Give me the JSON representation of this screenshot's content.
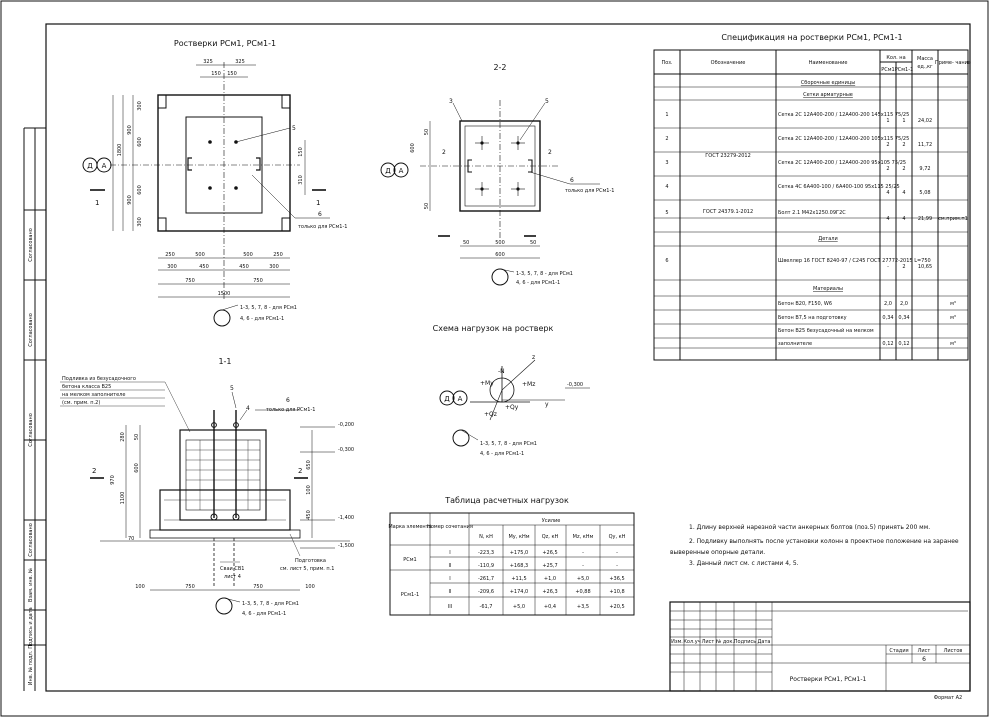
{
  "plan": {
    "title": "Ростверки РСм1, РСм1-1",
    "dims_top": [
      "325",
      "325",
      "150",
      "150"
    ],
    "dims_left": [
      "300",
      "900",
      "600",
      "1800",
      "600",
      "300",
      "900"
    ],
    "dims_right": [
      "150",
      "310"
    ],
    "dims_bot1": [
      "250",
      "500",
      "500",
      "250"
    ],
    "dims_bot2": [
      "300",
      "450",
      "450",
      "300"
    ],
    "dims_bot3": [
      "750",
      "750"
    ],
    "dims_bot4": "1500",
    "axis_d": "Д",
    "axis_a": "А",
    "mark_5": "5",
    "mark_6": "6",
    "only_for": "только для РСм1-1",
    "cut_1": "1",
    "note_line1": "1-3, 5, 7, 8 - для РСм1",
    "note_line2": "4, 6 - для РСм1-1"
  },
  "section22": {
    "title": "2-2",
    "marks": [
      "3",
      "5",
      "6",
      "2",
      "2"
    ],
    "dims_left": [
      "50",
      "600",
      "50"
    ],
    "dims_bot": [
      "50",
      "500",
      "50"
    ],
    "dims_bot2": "600",
    "axis_d": "Д",
    "axis_a": "А",
    "only_for": "только для РСм1-1",
    "note_line1": "1-3, 5, 7, 8 - для РСм1",
    "note_line2": "4, 6 - для РСм1-1"
  },
  "loads": {
    "title": "Схема нагрузок на ростверк",
    "labels": {
      "my": "+My",
      "n": "-N",
      "mz": "+Mz",
      "qz": "+Qz",
      "qy": "+Qy",
      "z": "z",
      "y": "y",
      "level": "-0,300"
    },
    "axis_d": "Д",
    "axis_a": "А",
    "note_line1": "1-3, 5, 7, 8 - для РСм1",
    "note_line2": "4, 6 - для РСм1-1"
  },
  "section11": {
    "title": "1-1",
    "legend": [
      "Подливка из безусадочного",
      "бетона класса В25",
      "на мелком заполнителе",
      "(см. прим. п.2)"
    ],
    "marks": [
      "5",
      "4",
      "6",
      "2",
      "2"
    ],
    "only_for": "только для РСм1-1",
    "levels": [
      "-0,200",
      "-0,300",
      "-1,400",
      "-1,500"
    ],
    "dims_left": [
      "280",
      "50",
      "600",
      "1100",
      "970"
    ],
    "dims_right": [
      "650",
      "100",
      "450"
    ],
    "prep": [
      "Подготовка",
      "см. лист 5, прим. п.1"
    ],
    "pile": [
      "Сваи СВ1",
      "лист 4"
    ],
    "dims_bot": [
      "100",
      "750",
      "750",
      "100"
    ],
    "dim_70": "70",
    "note_line1": "1-3, 5, 7, 8 - для РСм1",
    "note_line2": "4, 6 - для РСм1-1"
  },
  "spec": {
    "title": "Спецификация на ростверки РСм1, РСм1-1",
    "headers": {
      "pos": "Поз.",
      "designation": "Обозначение",
      "name": "Наименование",
      "qty": "Кол. на",
      "qty1": "РСм1",
      "qty2": "РСм1-1",
      "mass": "Масса",
      "mass2": "ед.,кг",
      "note": "Приме- чание"
    },
    "sections": [
      "Сборочные единицы",
      "Сетки арматурные",
      "Детали",
      "Материалы"
    ],
    "rows": [
      {
        "pos": "1",
        "name": "Сетка 2С 12A400-200 / 12A400-200 145x115 75/25",
        "q1": "1",
        "q2": "1",
        "mass": "24,02",
        "note": ""
      },
      {
        "pos": "2",
        "name": "Сетка 2С 12A400-200 / 12A400-200 105x115 75/25",
        "q1": "2",
        "q2": "2",
        "mass": "11,72",
        "note": ""
      },
      {
        "pos": "3",
        "name": "Сетка 2С 12A400-200 / 12A400-200 95x105 75/25",
        "q1": "2",
        "q2": "2",
        "mass": "9,72",
        "note": ""
      },
      {
        "pos": "4",
        "name": "Сетка 4С 6A400-100 / 6A400-100 95x115 25/25",
        "q1": "4",
        "q2": "4",
        "mass": "5,08",
        "note": ""
      },
      {
        "pos": "5",
        "name": "Болт 2.1 М42x1250.09Г2С",
        "q1": "4",
        "q2": "4",
        "mass": "21,99",
        "note": "см.прим.п1"
      },
      {
        "pos": "6",
        "name": "Швеллер 16 ГОСТ 8240-97 / С245 ГОСТ 27772-2015 L=750",
        "q1": "-",
        "q2": "2",
        "mass": "10,65",
        "note": ""
      }
    ],
    "gost1": "ГОСТ 23279-2012",
    "gost2": "ГОСТ 24379.1-2012",
    "materials": [
      {
        "name": "Бетон В20, F150, W6",
        "q1": "2,0",
        "q2": "2,0",
        "unit": "м³"
      },
      {
        "name": "Бетон В7,5 на подготовку",
        "q1": "0,34",
        "q2": "0,34",
        "unit": "м³"
      },
      {
        "name": "Бетон В25 безусадочный на мелком",
        "q1": "",
        "q2": "",
        "unit": ""
      },
      {
        "name": "заполнителе",
        "q1": "0,12",
        "q2": "0,12",
        "unit": "м³"
      }
    ]
  },
  "loads_table": {
    "title": "Таблица расчетных нагрузок",
    "headers": [
      "Марка элемента",
      "Номер сочетания",
      "Усилие",
      "N, кН",
      "My, кНм",
      "Qz, кН",
      "Mz, кНм",
      "Qy, кН"
    ],
    "rows": [
      {
        "el": "РСм1",
        "n": "I",
        "vals": [
          "-223,3",
          "+175,0",
          "+26,5",
          "-",
          "-"
        ]
      },
      {
        "el": "",
        "n": "II",
        "vals": [
          "-110,9",
          "+168,3",
          "+25,7",
          "-",
          "-"
        ]
      },
      {
        "el": "РСм1-1",
        "n": "I",
        "vals": [
          "-261,7",
          "+11,5",
          "+1,0",
          "+5,0",
          "+36,5"
        ]
      },
      {
        "el": "",
        "n": "II",
        "vals": [
          "-209,6",
          "+174,0",
          "+26,3",
          "+0,88",
          "+10,8"
        ]
      },
      {
        "el": "",
        "n": "III",
        "vals": [
          "-61,7",
          "+5,0",
          "+0,4",
          "+3,5",
          "+20,5"
        ]
      }
    ]
  },
  "notes": [
    "1. Длину верхней нарезной части анкерных болтов (поз.5) принять 200 мм.",
    "2. Подливку выполнять после установки колонн в проектное положение на заранее",
    "выверенные опорные детали.",
    "3. Данный лист см. с листами 4, 5."
  ],
  "stamp": {
    "cols": [
      "Изм.",
      "Кол.уч",
      "Лист",
      "№ док.",
      "Подпись",
      "Дата"
    ],
    "stage": "Стадия",
    "sheet": "Лист",
    "sheets": "Листов",
    "sheet_no": "6",
    "title": "Ростверки РСм1, РСм1-1",
    "format": "Формат А2"
  },
  "sidebar": [
    "Согласовано",
    "Согласовано",
    "Согласовано",
    "Согласовано",
    "Взам. инв. №",
    "Подпись и дата",
    "Инв. № подл."
  ]
}
